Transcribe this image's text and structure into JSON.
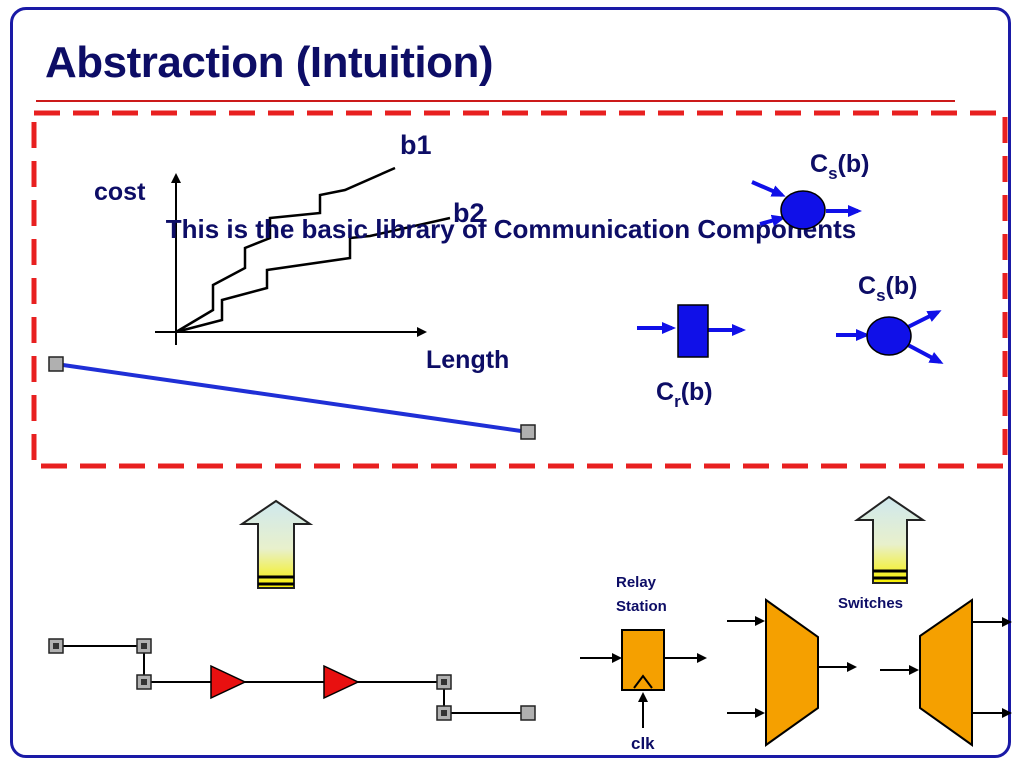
{
  "slide": {
    "title": "Abstraction (Intuition)",
    "overlay_caption": "This is the basic library of Communication Components"
  },
  "graph": {
    "ylabel": "cost",
    "xlabel": "Length",
    "curves": [
      "b1",
      "b2"
    ]
  },
  "components": {
    "cs_top": {
      "main": "C",
      "sub": "s",
      "suffix": "(b)"
    },
    "cs_right": {
      "main": "C",
      "sub": "s",
      "suffix": "(b)"
    },
    "cr": {
      "main": "C",
      "sub": "r",
      "suffix": "(b)"
    }
  },
  "bottom": {
    "relay_label_line1": "Relay",
    "relay_label_line2": "Station",
    "clk_label": "clk",
    "switches_label": "Switches"
  },
  "colors": {
    "title": "#0d0d66",
    "frame": "#1a1aa6",
    "dashed_box": "#e82020",
    "component_blue": "#1010e8",
    "wire_blue": "#1f2fd6",
    "orange": "#f5a000",
    "repeater_red": "#e81010"
  }
}
